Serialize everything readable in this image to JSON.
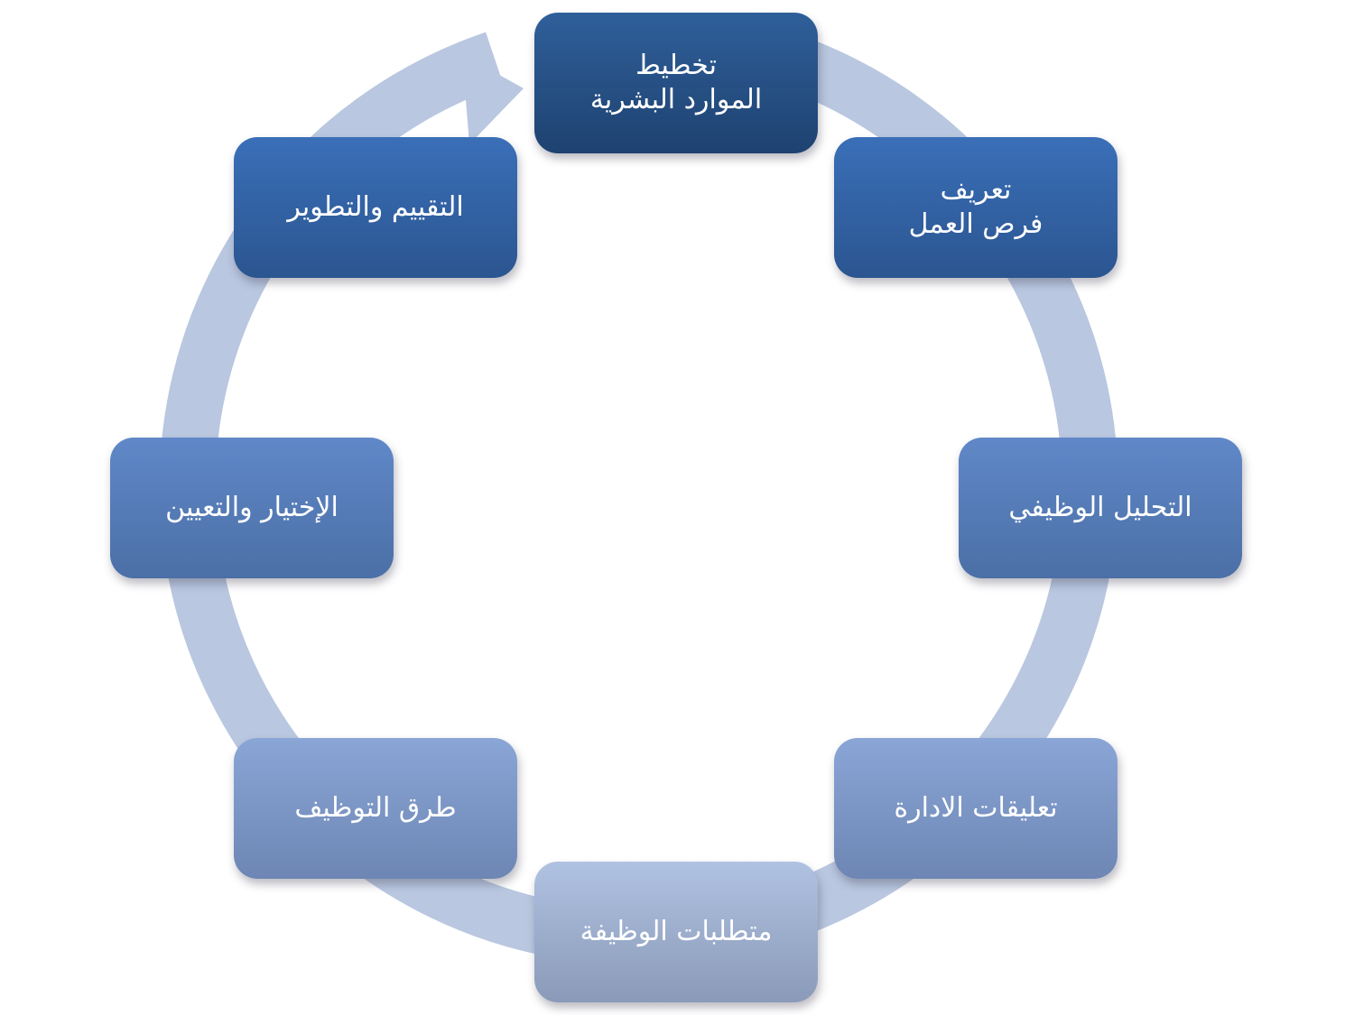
{
  "diagram": {
    "ring_color": "#b9c7e0",
    "nodes": [
      {
        "id": "node-0",
        "label": "تخطيط\nالموارد البشرية"
      },
      {
        "id": "node-1",
        "label": "تعريف\nفرص العمل"
      },
      {
        "id": "node-2",
        "label": "التحليل الوظيفي"
      },
      {
        "id": "node-3",
        "label": "تعليقات الادارة"
      },
      {
        "id": "node-4",
        "label": "متطلبات الوظيفة"
      },
      {
        "id": "node-5",
        "label": "طرق التوظيف"
      },
      {
        "id": "node-6",
        "label": "الإختيار والتعيين"
      },
      {
        "id": "node-7",
        "label": "التقييم والتطوير"
      }
    ]
  }
}
